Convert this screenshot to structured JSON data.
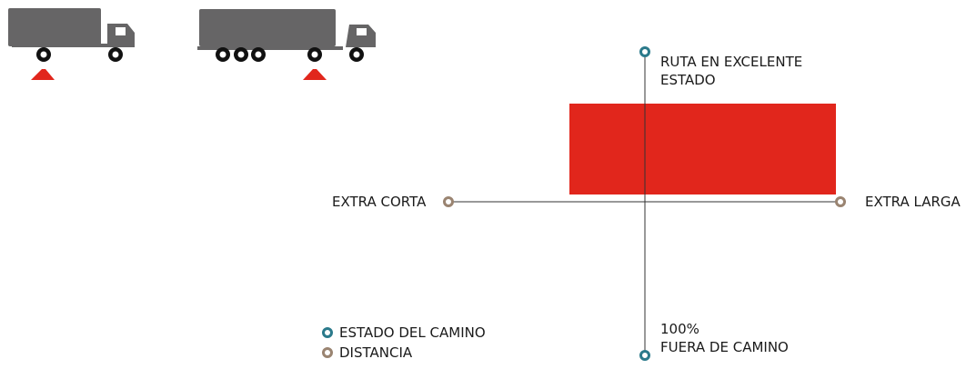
{
  "colors": {
    "highlight": "#e1261c",
    "road_state": "#2b7a8b",
    "distance": "#9a8471",
    "truck": "#666566",
    "axis": "#333333"
  },
  "axes": {
    "top_label_line1": "RUTA EN EXCELENTE",
    "top_label_line2": "ESTADO",
    "bottom_label_line1": "100%",
    "bottom_label_line2": "FUERA DE CAMINO",
    "left_label": "EXTRA CORTA",
    "right_label": "EXTRA LARGA"
  },
  "legend": [
    {
      "label": "ESTADO DEL CAMINO",
      "color": "#2b7a8b"
    },
    {
      "label": "DISTANCIA",
      "color": "#9a8471"
    }
  ],
  "trucks": [
    {
      "type": "rigid-truck-icon"
    },
    {
      "type": "tractor-trailer-icon"
    }
  ]
}
